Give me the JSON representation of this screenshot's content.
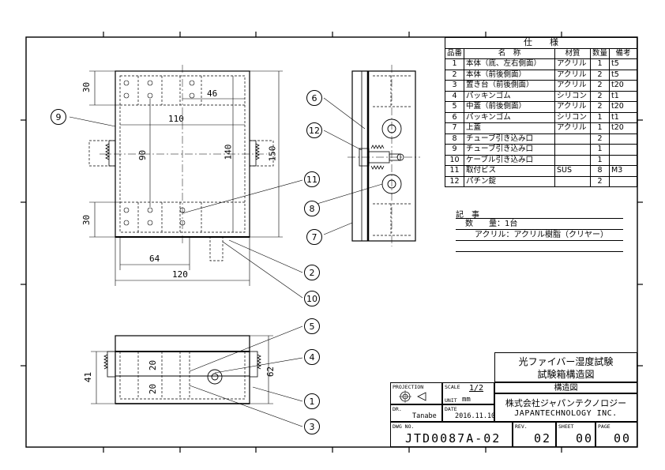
{
  "spec_table": {
    "title": "仕　　様",
    "headers": [
      "品番",
      "名　称",
      "材質",
      "数量",
      "備考"
    ],
    "rows": [
      {
        "no": "1",
        "name": "本体（底、左右側面）",
        "material": "アクリル",
        "qty": "1",
        "note": "t5"
      },
      {
        "no": "2",
        "name": "本体（前後側面）",
        "material": "アクリル",
        "qty": "2",
        "note": "t5"
      },
      {
        "no": "3",
        "name": "置き台（前後側面）",
        "material": "アクリル",
        "qty": "2",
        "note": "t20"
      },
      {
        "no": "4",
        "name": "パッキンゴム",
        "material": "シリコン",
        "qty": "2",
        "note": "t1"
      },
      {
        "no": "5",
        "name": "中蓋（前後側面）",
        "material": "アクリル",
        "qty": "2",
        "note": "t20"
      },
      {
        "no": "6",
        "name": "パッキンゴム",
        "material": "シリコン",
        "qty": "1",
        "note": "t1"
      },
      {
        "no": "7",
        "name": "上蓋",
        "material": "アクリル",
        "qty": "1",
        "note": "t20"
      },
      {
        "no": "8",
        "name": "チューブ引き込み口",
        "material": "",
        "qty": "2",
        "note": ""
      },
      {
        "no": "9",
        "name": "チューブ引き込み口",
        "material": "",
        "qty": "1",
        "note": ""
      },
      {
        "no": "10",
        "name": "ケーブル引き込み口",
        "material": "",
        "qty": "1",
        "note": ""
      },
      {
        "no": "11",
        "name": "取付ビス",
        "material": "SUS",
        "qty": "8",
        "note": "M3"
      },
      {
        "no": "12",
        "name": "パチン錠",
        "material": "",
        "qty": "2",
        "note": ""
      }
    ]
  },
  "notes": {
    "title": "記　事",
    "line1": "数　　量：1台",
    "line2": "アクリル：アクリル樹脂（クリヤー）"
  },
  "title_block": {
    "title_line1": "光ファイバー湿度試験",
    "title_line2": "試験箱構造図",
    "projection_label": "PROJECTION",
    "scale_label": "SCALE",
    "scale_value": "1/2",
    "unit_label": "UNIT",
    "unit_value": "mm",
    "drawing_type": "構造図",
    "company_jp": "株式会社ジャパンテクノロジー",
    "company_en": "JAPANTECHNOLOGY INC.",
    "dr_label": "DR.",
    "dr_value": "Tanabe",
    "date_label": "DATE",
    "date_value": "2016.11.10",
    "dwg_label": "DWG NO.",
    "dwg_value": "JTD0087A-02",
    "rev_label": "REV.",
    "rev_value": "02",
    "sheet_label": "SHEET",
    "sheet_value": "00",
    "page_label": "PAGE",
    "page_value": "00"
  },
  "dimensions": {
    "d30_top": "30",
    "d46": "46",
    "d110": "110",
    "d90": "90",
    "d140": "140",
    "d150": "150",
    "d30_bottom": "30",
    "d64": "64",
    "d120": "120",
    "d41": "41",
    "d62": "62",
    "d20_top": "20",
    "d20_bottom": "20"
  },
  "balloons": {
    "b1": "1",
    "b2": "2",
    "b3": "3",
    "b4": "4",
    "b5": "5",
    "b6": "6",
    "b7": "7",
    "b8": "8",
    "b9": "9",
    "b10": "10",
    "b11": "11",
    "b12": "12"
  }
}
